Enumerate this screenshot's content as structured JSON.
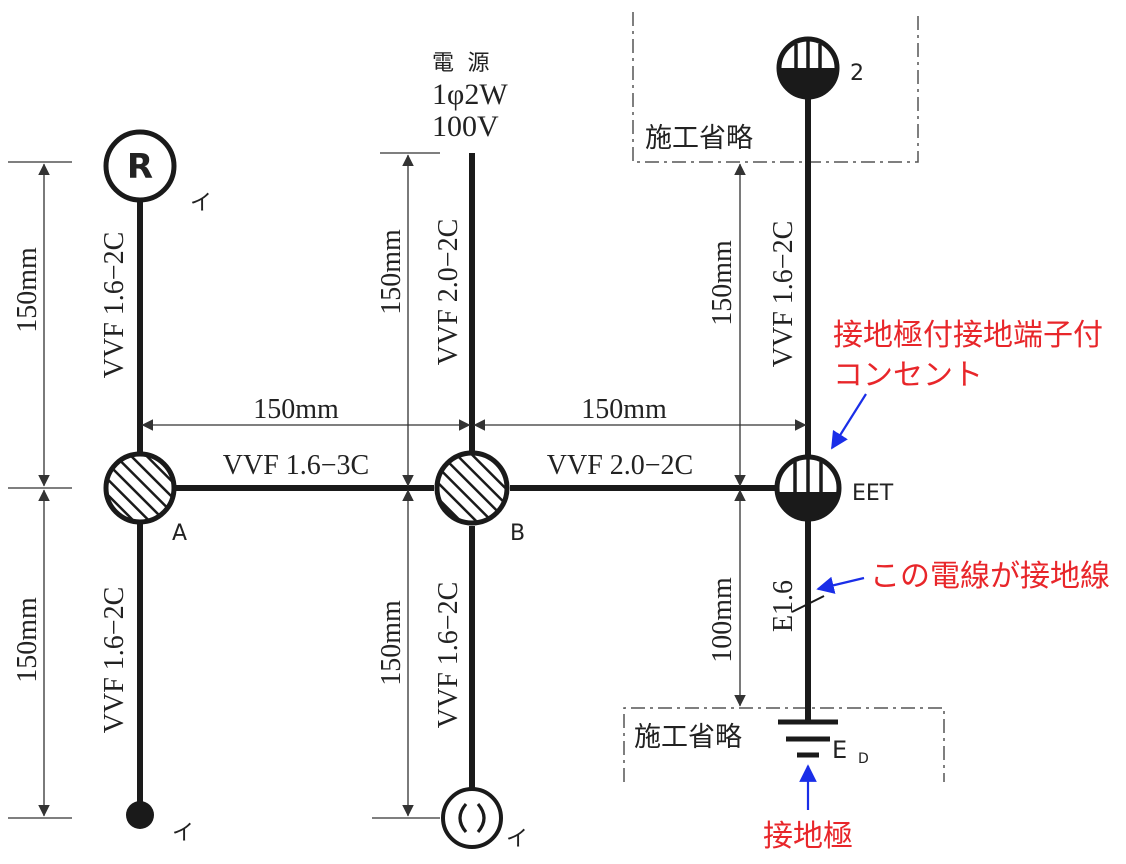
{
  "source": {
    "line1": "電 源",
    "line2": "1φ2W",
    "line3": "100V"
  },
  "symbols": {
    "receptacle_r": "R",
    "box_a": "A",
    "box_b": "B",
    "eet": "EET",
    "outlet_top_number": "2",
    "ground_label_main": "E",
    "ground_label_sub": "D",
    "switch_mark_1": "イ",
    "switch_mark_2": "イ",
    "switch_mark_3": "イ"
  },
  "omit": {
    "top": "施工省略",
    "bottom": "施工省略"
  },
  "cables": {
    "r_to_a": "VVF 1.6−2C",
    "a_to_lamp": "VVF 1.6−2C",
    "a_to_b": "VVF 1.6−3C",
    "source_to_b": "VVF 2.0−2C",
    "b_to_c": "VVF 1.6−2C",
    "b_to_eet": "VVF 2.0−2C",
    "eet_to_top": "VVF 1.6−2C",
    "ground_wire": "E1.6"
  },
  "dimensions": {
    "left_upper": "150mm",
    "left_lower": "150mm",
    "a_to_b": "150mm",
    "b_to_eet": "150mm",
    "b_upper": "150mm",
    "b_lower": "150mm",
    "eet_upper": "150mm",
    "eet_lower": "100mm"
  },
  "annotations": {
    "eet_title_line1": "接地極付接地端子付",
    "eet_title_line2": "コンセント",
    "ground_wire_note": "この電線が接地線",
    "electrode_note": "接地極"
  },
  "colors": {
    "annotation_text": "#e8262a",
    "annotation_arrow": "#1a2ee8",
    "line": "#1a1a1a"
  }
}
